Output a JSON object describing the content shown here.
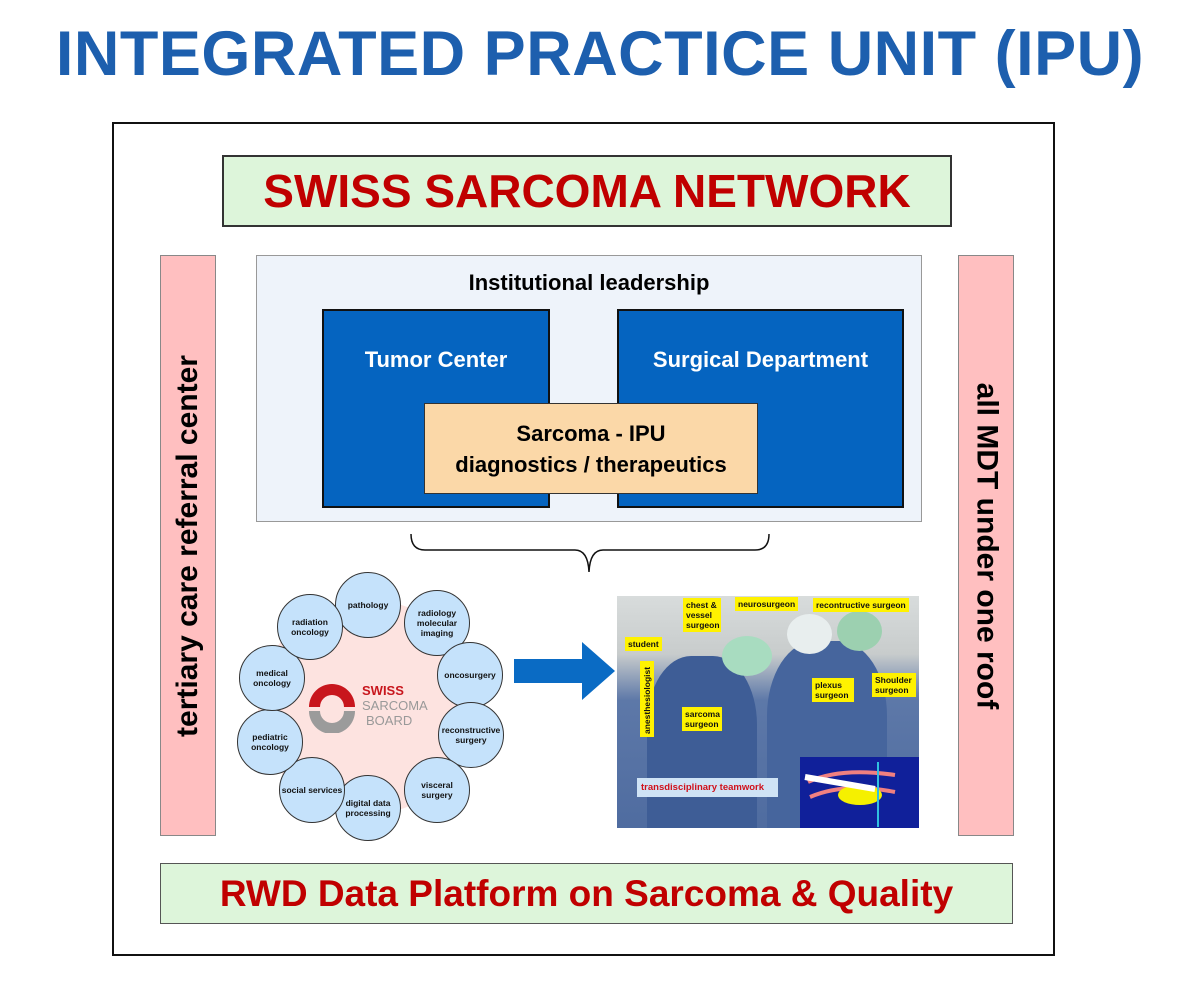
{
  "title": "INTEGRATED PRACTICE UNIT (IPU)",
  "network": "SWISS SARCOMA NETWORK",
  "left_bar": "tertiary care referral center",
  "right_bar": "all MDT under one roof",
  "institution": {
    "title": "Institutional leadership",
    "tumor_center": "Tumor Center",
    "surgical_department": "Surgical Department",
    "ipu_line1": "Sarcoma - IPU",
    "ipu_line2": "diagnostics / therapeutics"
  },
  "board": {
    "logo_line1": "SWISS",
    "logo_line2": "SARCOMA",
    "logo_line3": "BOARD",
    "disciplines": [
      "pathology",
      "radiology molecular imaging",
      "oncosurgery",
      "reconstructive surgery",
      "visceral surgery",
      "digital data processing",
      "social services",
      "pediatric oncology",
      "medical oncology",
      "radiation oncology"
    ]
  },
  "photo": {
    "labels": {
      "chest": "chest & vessel surgeon",
      "neuro": "neurosurgeon",
      "recon": "recontructive surgeon",
      "student": "student",
      "anesth": "anesthesiologist",
      "sarcoma": "sarcoma surgeon",
      "plexus": "plexus surgeon",
      "shoulder": "Shoulder surgeon"
    },
    "caption": "transdisciplinary teamwork"
  },
  "bottom": "RWD Data Platform on Sarcoma & Quality",
  "colors": {
    "title": "#1d5fae",
    "red": "#c00000",
    "blue_box": "#0564c0",
    "green_bg": "#ddf5da",
    "pink": "#ffbfc0",
    "orange": "#fbd8a8"
  }
}
